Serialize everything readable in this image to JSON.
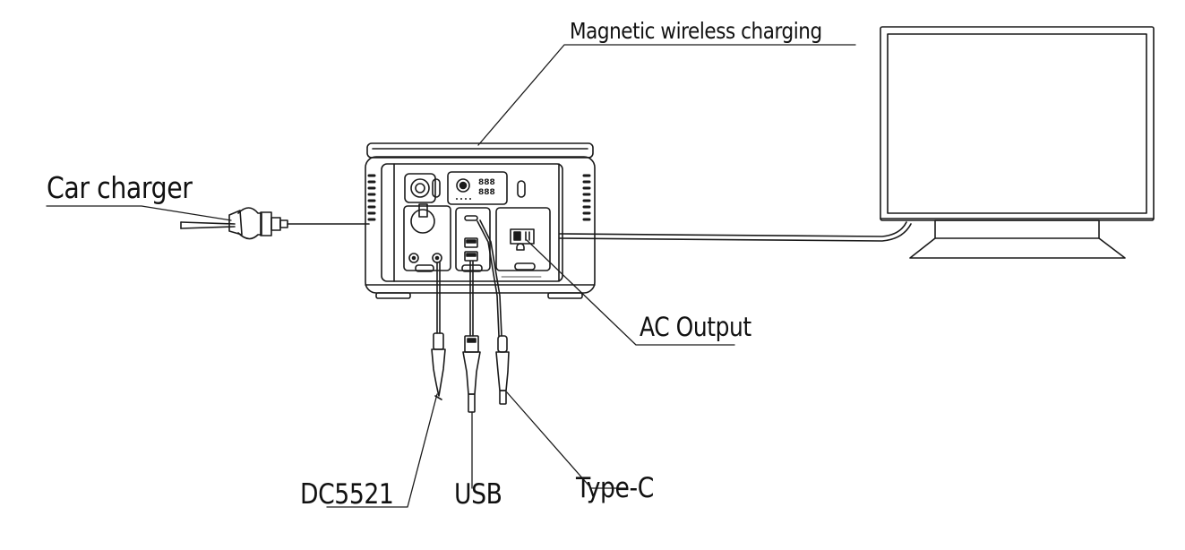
{
  "labels": {
    "magnetic_wireless_charging": "Magnetic wireless charging",
    "car_charger": "Car charger",
    "ac_output": "AC Output",
    "dc5521": "DC5521",
    "usb": "USB",
    "type_c": "Type-C"
  },
  "display": {
    "readout_top": "888",
    "readout_bottom": "888"
  },
  "colors": {
    "stroke": "#1a1a1a",
    "background": "#ffffff"
  }
}
